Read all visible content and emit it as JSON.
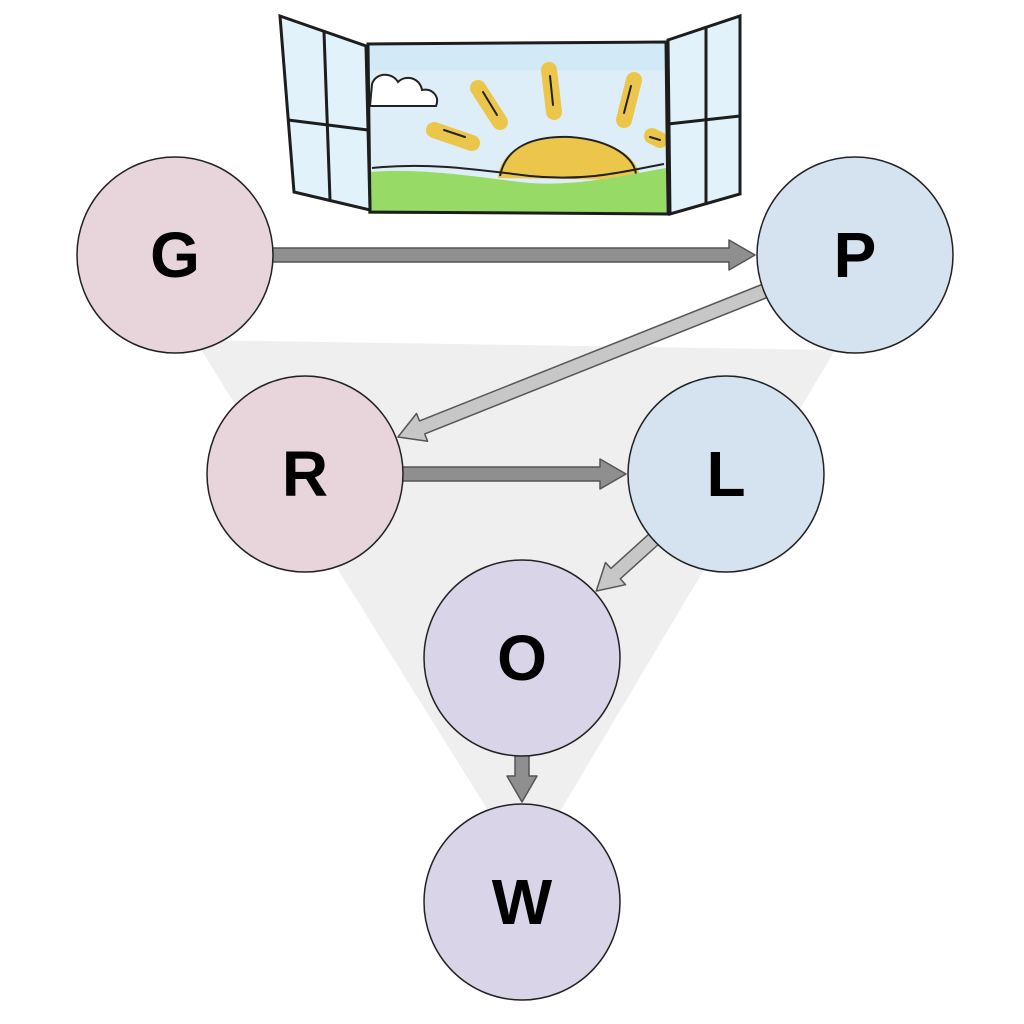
{
  "colors": {
    "background": "#ffffff",
    "funnel": "#efefef",
    "node_outline": "#222222",
    "arrow_dark": "#8f8f8f",
    "arrow_light": "#c7c7c7",
    "arrow_outline": "#555555",
    "pink": "#e8d5db",
    "blue": "#d5e2f0",
    "lavender": "#d9d4e7",
    "sky": "#ddeef9",
    "sun": "#ecc64a",
    "grass": "#98da66",
    "window_frame": "#1d1d1d",
    "window_glass": "#e2f2fb"
  },
  "illustration": {
    "icon": "sunrise-window-icon"
  },
  "nodes": [
    {
      "id": "G",
      "label": "G",
      "color": "pink"
    },
    {
      "id": "P",
      "label": "P",
      "color": "blue"
    },
    {
      "id": "R",
      "label": "R",
      "color": "pink"
    },
    {
      "id": "L",
      "label": "L",
      "color": "blue"
    },
    {
      "id": "O",
      "label": "O",
      "color": "lavender"
    },
    {
      "id": "W",
      "label": "W",
      "color": "lavender"
    }
  ],
  "edges": [
    {
      "from": "G",
      "to": "P",
      "style": "dark"
    },
    {
      "from": "P",
      "to": "R",
      "style": "light"
    },
    {
      "from": "R",
      "to": "L",
      "style": "dark"
    },
    {
      "from": "L",
      "to": "O",
      "style": "light"
    },
    {
      "from": "O",
      "to": "W",
      "style": "dark"
    }
  ]
}
